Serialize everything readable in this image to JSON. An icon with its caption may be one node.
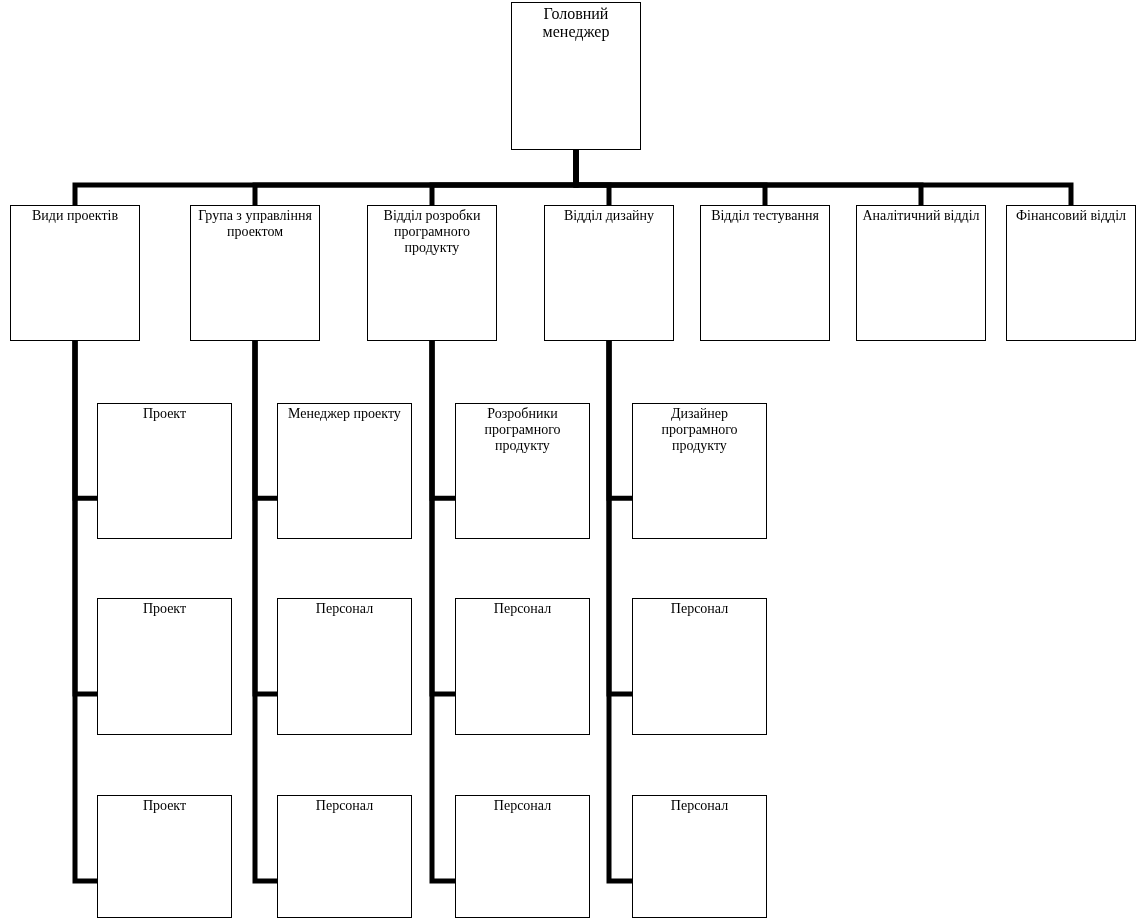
{
  "diagram": {
    "nodes": [
      {
        "text": [
          "Головний менеджер"
        ]
      },
      {
        "text": [
          "Види проектів"
        ]
      },
      {
        "text": [
          "Група з управління проектом"
        ]
      },
      {
        "text": [
          "Відділ розробки програмного продукту"
        ]
      },
      {
        "text": [
          "Відділ дизайну"
        ]
      },
      {
        "text": [
          "Відділ тестування"
        ]
      },
      {
        "text": [
          "Аналітичний відділ"
        ]
      },
      {
        "text": [
          "Фінансовий відділ"
        ]
      },
      {
        "text": [
          "Проект"
        ]
      },
      {
        "text": [
          "Менеджер проекту"
        ]
      },
      {
        "text": [
          "Розробники програмного продукту"
        ]
      },
      {
        "text": [
          "Дизайнер програмного продукту"
        ]
      },
      {
        "text": [
          "Проект"
        ]
      },
      {
        "text": [
          "Персонал"
        ]
      },
      {
        "text": [
          "Персонал"
        ]
      },
      {
        "text": [
          "Персонал"
        ]
      },
      {
        "text": [
          "Проект"
        ]
      },
      {
        "text": [
          "Персонал"
        ]
      },
      {
        "text": [
          "Персонал"
        ]
      },
      {
        "text": [
          "Персонал"
        ]
      }
    ],
    "edges": [
      {
        "from": 0,
        "to": 1,
        "arrow": "none"
      },
      {
        "from": 0,
        "to": 2,
        "arrow": "none"
      },
      {
        "from": 0,
        "to": 3,
        "arrow": "none"
      },
      {
        "from": 0,
        "to": 4,
        "arrow": "none"
      },
      {
        "from": 0,
        "to": 5,
        "arrow": "none"
      },
      {
        "from": 0,
        "to": 6,
        "arrow": "none"
      },
      {
        "from": 0,
        "to": 7,
        "arrow": "none"
      },
      {
        "from": 1,
        "to": 8,
        "arrow": "none"
      },
      {
        "from": 1,
        "to": 12,
        "arrow": "none"
      },
      {
        "from": 1,
        "to": 16,
        "arrow": "none"
      },
      {
        "from": 2,
        "to": 9,
        "arrow": "none"
      },
      {
        "from": 2,
        "to": 13,
        "arrow": "none"
      },
      {
        "from": 2,
        "to": 17,
        "arrow": "none"
      },
      {
        "from": 3,
        "to": 10,
        "arrow": "none"
      },
      {
        "from": 3,
        "to": 14,
        "arrow": "none"
      },
      {
        "from": 3,
        "to": 18,
        "arrow": "none"
      },
      {
        "from": 4,
        "to": 11,
        "arrow": "none"
      },
      {
        "from": 4,
        "to": 15,
        "arrow": "none"
      },
      {
        "from": 4,
        "to": 19,
        "arrow": "none"
      }
    ]
  }
}
